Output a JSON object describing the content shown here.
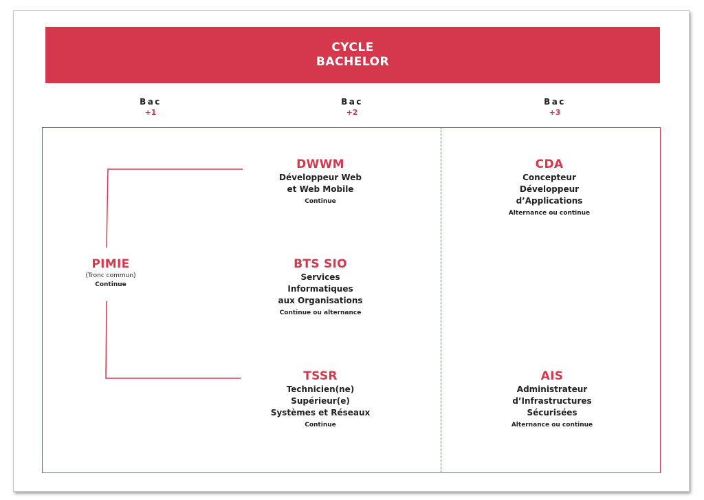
{
  "banner": {
    "line1": "CYCLE",
    "line2": "BACHELOR"
  },
  "levels": [
    {
      "label": "Bac",
      "level": "+1"
    },
    {
      "label": "Bac",
      "level": "+2"
    },
    {
      "label": "Bac",
      "level": "+3"
    }
  ],
  "programs": {
    "pimie": {
      "code": "PIMIE",
      "desc": "(Tronc commun)",
      "mode": "Continue"
    },
    "dwwm": {
      "code": "DWWM",
      "desc1": "Développeur Web",
      "desc2": "et Web Mobile",
      "mode": "Continue"
    },
    "bts": {
      "code": "BTS SIO",
      "desc1": "Services",
      "desc2": "Informatiques",
      "desc3": "aux Organisations",
      "mode": "Continue ou alternance"
    },
    "tssr": {
      "code": "TSSR",
      "desc1": "Technicien(ne)",
      "desc2": "Supérieur(e)",
      "desc3": "Systèmes et Réseaux",
      "mode": "Continue"
    },
    "cda": {
      "code": "CDA",
      "desc1": "Concepteur",
      "desc2": "Développeur",
      "desc3": "d’Applications",
      "mode": "Alternance ou continue"
    },
    "ais": {
      "code": "AIS",
      "desc1": "Administrateur",
      "desc2": "d’Infrastructures",
      "desc3": "Sécurisées",
      "mode": "Alternance ou continue"
    }
  },
  "colors": {
    "accent": "#d5384d",
    "text": "#222222",
    "banner_text": "#ffffff"
  }
}
